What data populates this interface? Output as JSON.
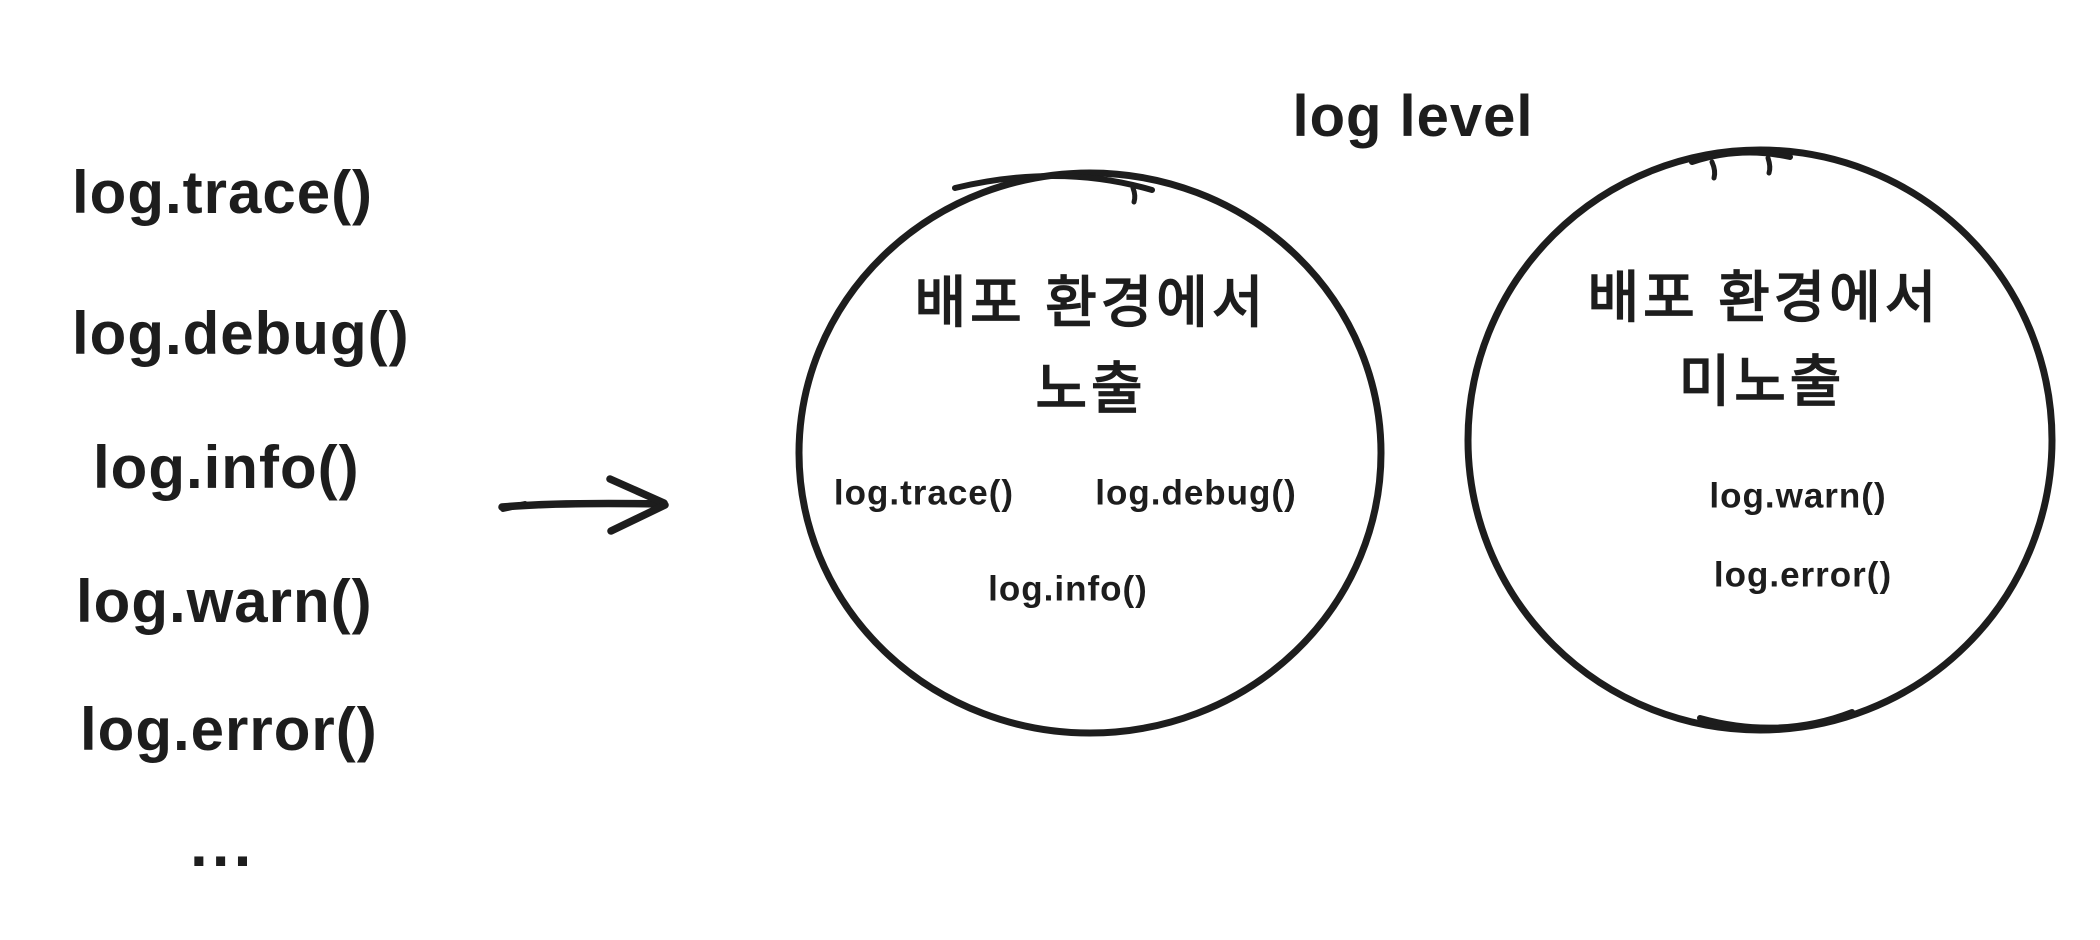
{
  "title": "log level",
  "left_list": {
    "items": [
      "log.trace()",
      "log.debug()",
      "log.info()",
      "log.warn()",
      "log.error()"
    ],
    "ellipsis": "..."
  },
  "arrow": {
    "meaning": "maps-to",
    "direction": "right"
  },
  "circles": [
    {
      "name": "exposed-in-deploy-environment",
      "label_line1": "배포 환경에서",
      "label_line2": "노출",
      "items": [
        "log.trace()",
        "log.debug()",
        "log.info()"
      ]
    },
    {
      "name": "not-exposed-in-deploy-environment",
      "label_line1": "배포 환경에서",
      "label_line2": "미노출",
      "items": [
        "log.warn()",
        "log.error()"
      ]
    }
  ],
  "colors": {
    "ink": "#1d1d1d",
    "background": "#ffffff"
  }
}
